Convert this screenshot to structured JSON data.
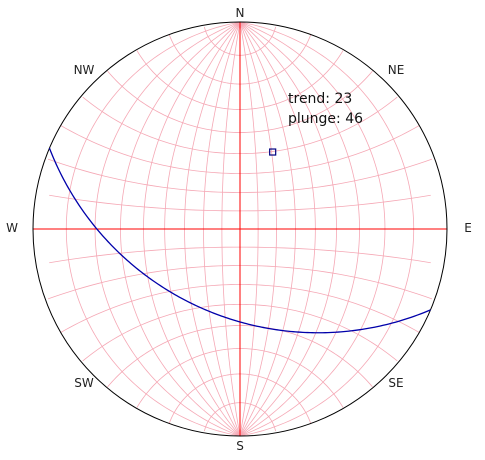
{
  "compass": {
    "north": "N",
    "northeast": "NE",
    "east": "E",
    "southeast": "SE",
    "south": "S",
    "southwest": "SW",
    "west": "W",
    "northwest": "NW"
  },
  "pole": {
    "trend_label": "trend: 23",
    "plunge_label": "plunge: 46",
    "trend_deg": 23,
    "plunge_deg": 46,
    "marker_shape": "square"
  },
  "plane": {
    "dip_direction_deg": 203,
    "dip_deg": 44
  },
  "grid": {
    "type": "wulff-stereonet",
    "interval_deg": 10
  },
  "colors": {
    "grid": "#f5a8b5",
    "axes": "#ff0000",
    "great_circle": "#0000aa",
    "pole": "#000080",
    "primitive": "#000000"
  }
}
